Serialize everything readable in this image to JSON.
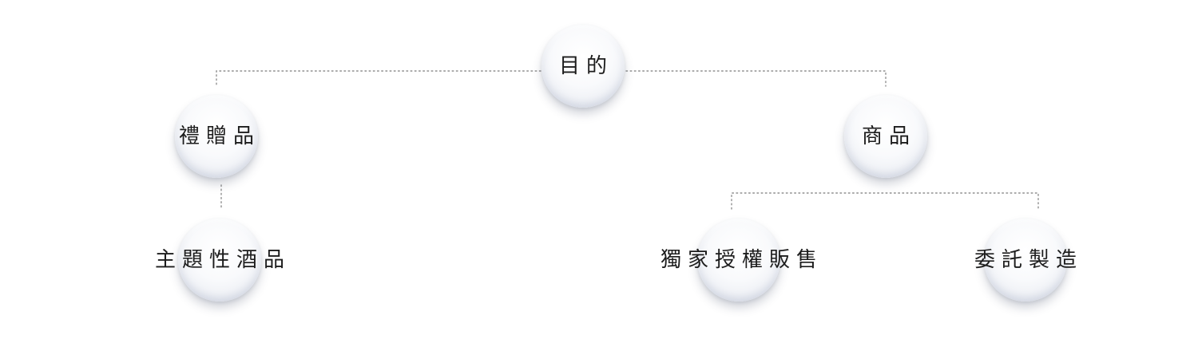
{
  "diagram": {
    "colors": {
      "connector": "#8f8f8f",
      "text": "#1c1c1c",
      "bubble_light": "#ffffff",
      "bubble_dark": "#e3e6ed"
    },
    "nodes": {
      "root": {
        "label": "目的"
      },
      "gift": {
        "label": "禮贈品"
      },
      "product": {
        "label": "商品"
      },
      "themed_wine": {
        "label": "主題性酒品"
      },
      "exclusive_license": {
        "label": "獨家授權販售"
      },
      "oem": {
        "label": "委託製造"
      }
    }
  }
}
